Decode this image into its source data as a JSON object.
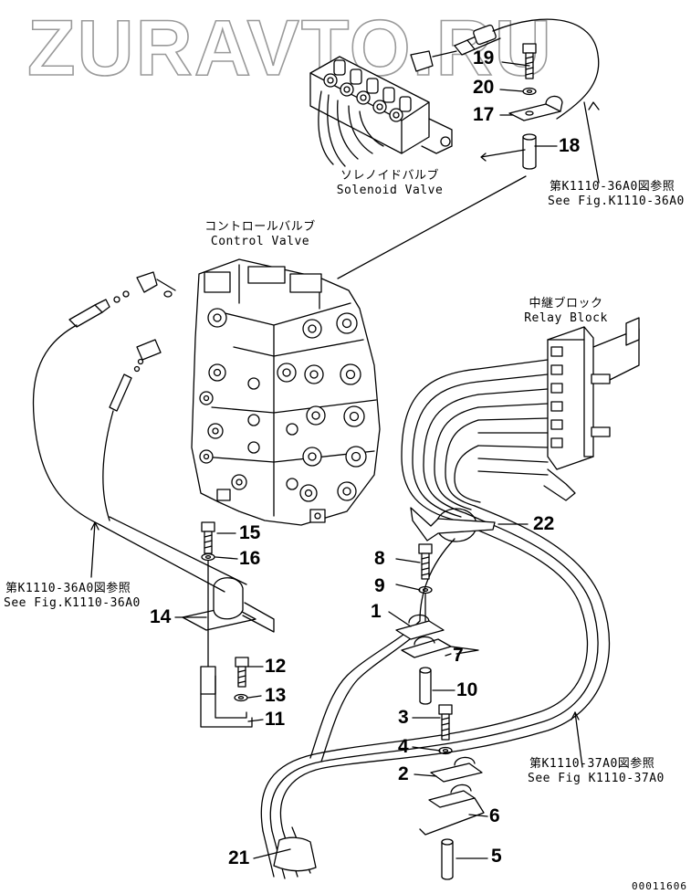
{
  "watermark": "ZURAVTO.RU",
  "labels": {
    "solenoid_jp": "ソレノイドバルブ",
    "solenoid_en": "Solenoid Valve",
    "control_jp": "コントロールバルブ",
    "control_en": "Control Valve",
    "relay_jp": "中継ブロック",
    "relay_en": "Relay Block",
    "ref_36a_top_jp": "第K1110-36A0図参照",
    "ref_36a_top_en": "See Fig.K1110-36A0",
    "ref_36a_left_jp": "第K1110-36A0図参照",
    "ref_36a_left_en": "See Fig.K1110-36A0",
    "ref_37a_jp": "第K1110-37A0図参照",
    "ref_37a_en": "See Fig K1110-37A0"
  },
  "parts": {
    "p1": "1",
    "p2": "2",
    "p3": "3",
    "p4": "4",
    "p5": "5",
    "p6": "6",
    "p7": "7",
    "p8": "8",
    "p9": "9",
    "p10": "10",
    "p11": "11",
    "p12": "12",
    "p13": "13",
    "p14": "14",
    "p15": "15",
    "p16": "16",
    "p17": "17",
    "p18": "18",
    "p19": "19",
    "p20": "20",
    "p21": "21",
    "p22": "22"
  },
  "drawing_code": "00011606"
}
